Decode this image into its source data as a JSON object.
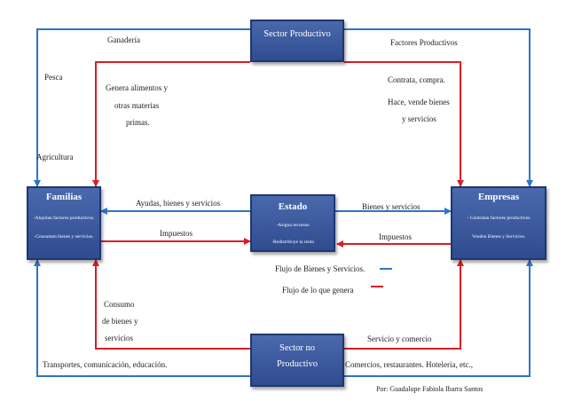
{
  "boxes": {
    "sector_productivo": {
      "title": "Sector Productivo"
    },
    "familias": {
      "title": "Familias",
      "lines": [
        "-Alquilan factores productivos.",
        "-Consumen bienes y servicios."
      ]
    },
    "estado": {
      "title": "Estado",
      "lines": [
        "-Asigna recursos",
        "-Redistribuye la renta"
      ]
    },
    "empresas": {
      "title": "Empresas",
      "lines": [
        "- Contratan factores productivos",
        "Venden Bienes y Servicios."
      ]
    },
    "sector_no_productivo": {
      "title_line1": "Sector no",
      "title_line2": "Productivo"
    }
  },
  "labels": {
    "ganaderia": "Ganadería",
    "factores_productivos": "Factores Productivos",
    "pesca": "Pesca",
    "genera_1": "Genera alimentos y",
    "genera_2": "otras materias",
    "genera_3": "primas.",
    "contrata": "Contrata, compra.",
    "hace_1": "Hace, vende bienes",
    "hace_2": "y servicios",
    "agricultura": "Agricultura",
    "ayudas": "Ayudas, bienes y servicios",
    "impuestos_left": "Impuestos",
    "bienes_servicios": "Bienes y servicios",
    "impuestos_right": "Impuestos",
    "legend_bienes": "Flujo de Bienes y Servicios.",
    "legend_genera": "Flujo de lo que genera",
    "consumo_1": "Consumo",
    "consumo_2": "de bienes y",
    "consumo_3": "servicios",
    "servicio_comercio": "Servicio y comercio",
    "transportes": "Transportes, comunicación, educación.",
    "comercios": "Comercios, restaurantes. Hotelería, etc.,",
    "autor": "Por: Guadalupe Fabiola Ibarra Santos"
  },
  "colors": {
    "blue": "#2e75c6",
    "red": "#d61f26",
    "box": "#2f4c8f"
  }
}
